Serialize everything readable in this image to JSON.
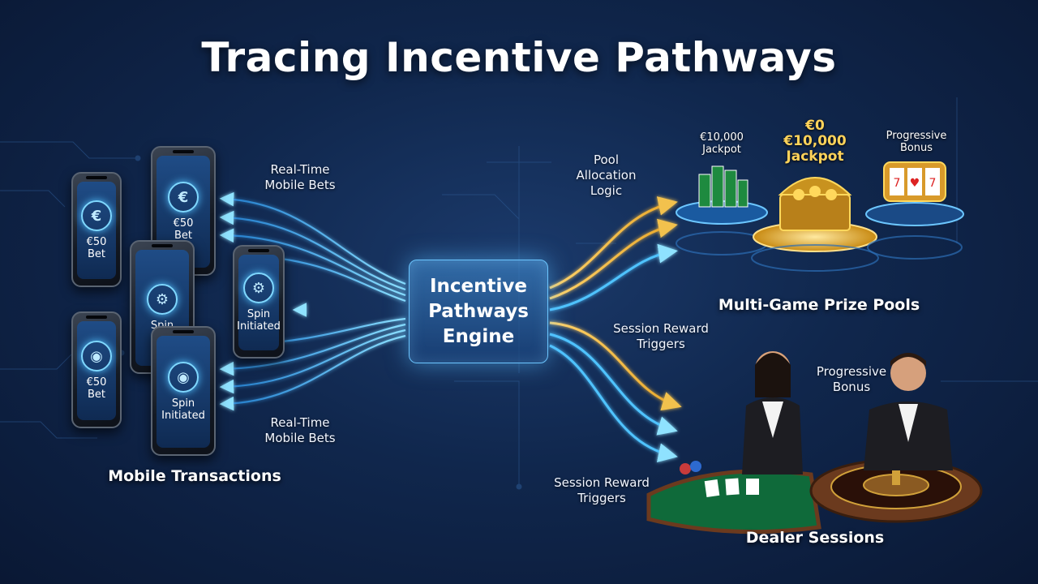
{
  "title": "Tracing Incentive Pathways",
  "engine": {
    "label": "Incentive\nPathways\nEngine"
  },
  "mobile": {
    "section_label": "Mobile Transactions",
    "flow_label_top": "Real-Time\nMobile Bets",
    "flow_label_bottom": "Real-Time\nMobile Bets",
    "phones": [
      {
        "text": "€50\nBet",
        "icon": "euro-coin-icon",
        "glyph": "€"
      },
      {
        "text": "€50\nBet",
        "icon": "euro-coin-icon",
        "glyph": "€"
      },
      {
        "text": "Spin",
        "icon": "slot-machine-icon",
        "glyph": "⚙"
      },
      {
        "text": "Spin\nInitiated",
        "icon": "slot-machine-icon",
        "glyph": "⚙"
      },
      {
        "text": "€50\nBet",
        "icon": "poker-chip-icon",
        "glyph": "◉"
      },
      {
        "text": "Spin\nInitiated",
        "icon": "poker-chip-icon",
        "glyph": "◉"
      }
    ]
  },
  "prize_pools": {
    "section_label": "Multi-Game Prize Pools",
    "flow_label": "Pool\nAllocation\nLogic",
    "pools": [
      {
        "label": "€10,000\nJackpot",
        "icon": "chip-stacks-icon"
      },
      {
        "label": "€0\n€10,000\nJackpot",
        "icon": "treasure-chest-icon"
      },
      {
        "label": "Progressive\nBonus",
        "icon": "slot-reels-icon"
      }
    ]
  },
  "dealer": {
    "section_label": "Dealer Sessions",
    "flow_label_top": "Session Reward\nTriggers",
    "flow_label_bottom": "Session Reward\nTriggers",
    "callout_label": "Progressive\nBonus"
  },
  "colors": {
    "background": "#10274d",
    "blue_flow": "#4fc3ff",
    "gold_flow": "#f2c14e",
    "engine_border": "#6cc6ff",
    "felt_green": "#0f6a3a",
    "wood": "#6b3a1e"
  }
}
